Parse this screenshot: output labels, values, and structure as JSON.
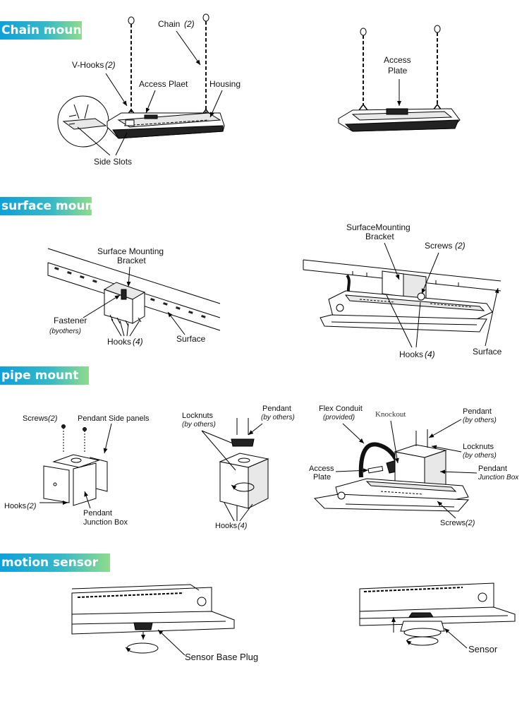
{
  "sections": {
    "chain": "Chain mount",
    "surface": "surface mount",
    "pipe": "pipe mount",
    "motion": "motion sensor"
  },
  "chain_labels": {
    "chain": "Chain",
    "chain_qty": "(2)",
    "vhooks": "V-Hooks",
    "vhooks_qty": "(2)",
    "access_plaet": "Access Plaet",
    "housing": "Housing",
    "side_slots": "Side Slots",
    "access": "Access",
    "plate": "Plate"
  },
  "surface_labels": {
    "smb1_line1": "Surface Mounting",
    "smb1_line2": "Bracket",
    "fastener": "Fastener",
    "byothers": "(byothers)",
    "hooks": "Hooks",
    "hooks_qty": "(4)",
    "surface": "Surface",
    "smb2_line1": "SurfaceMounting",
    "smb2_line2": "Bracket",
    "screws": "Screws",
    "screws_qty": "(2)"
  },
  "pipe_labels": {
    "screws": "Screws",
    "screws_qty": "(2)",
    "pendant_side_panels": "Pendant Side panels",
    "hooks": "Hooks",
    "hooks2_qty": "(2)",
    "pendant_line1": "Pendant",
    "junction_box": "Junction Box",
    "locknuts": "Locknuts",
    "by_others": "(by others)",
    "pendant": "Pendant",
    "hooks4_qty": "(4)",
    "flex_conduit": "Flex Conduit",
    "provided": "(provided)",
    "knockout": "Knockout",
    "access": "Access",
    "plate": "Plate",
    "junction_box_it": "Junction Box"
  },
  "motion_labels": {
    "sensor_base_plug": "Sensor Base Plug",
    "sensor": "Sensor"
  },
  "colors": {
    "banner_start": "#0fa0d8",
    "banner_end": "#8fdc8a"
  }
}
